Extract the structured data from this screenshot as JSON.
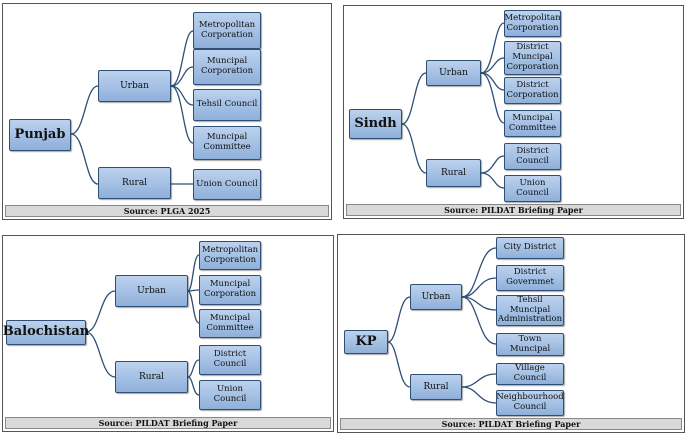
{
  "diagrams": [
    {
      "root": "Punjab",
      "source": "Source: PLGA 2025",
      "branches": [
        {
          "label": "Urban",
          "children": [
            "Metropolitan Corporation",
            "Muncipal Corporation",
            "Tehsil Council",
            "Muncipal Committee"
          ]
        },
        {
          "label": "Rural",
          "children": [
            "Union Council"
          ]
        }
      ]
    },
    {
      "root": "Sindh",
      "source": "Source: PILDAT Briefing Paper",
      "branches": [
        {
          "label": "Urban",
          "children": [
            "Metropolitan Corporation",
            "District Muncipal Corporation",
            "District Corporation",
            "Muncipal Committee"
          ]
        },
        {
          "label": "Rural",
          "children": [
            "District Council",
            "Union Council"
          ]
        }
      ]
    },
    {
      "root": "Balochistan",
      "source": "Source: PILDAT Briefing Paper",
      "branches": [
        {
          "label": "Urban",
          "children": [
            "Metropolitan Corporation",
            "Muncipal Corporation",
            "Muncipal Committee"
          ]
        },
        {
          "label": "Rural",
          "children": [
            "District Council",
            "Union Council"
          ]
        }
      ]
    },
    {
      "root": "KP",
      "source": "Source: PILDAT Briefing Paper",
      "branches": [
        {
          "label": "Urban",
          "children": [
            "City District",
            "District Governmet",
            "Tehsil Muncipal Administration",
            "Town Muncipal"
          ]
        },
        {
          "label": "Rural",
          "children": [
            "Village Council",
            "Neighbourhood Council"
          ]
        }
      ]
    }
  ]
}
